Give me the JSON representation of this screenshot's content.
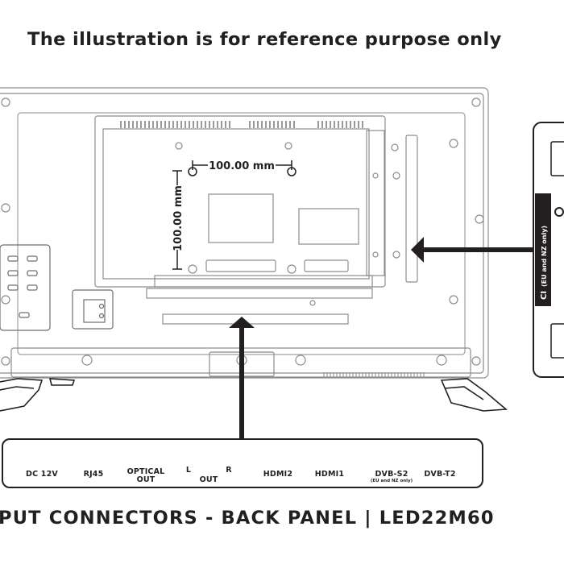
{
  "headline": "The illustration is for reference purpose only",
  "dimensions": {
    "horizontal": "100.00 mm",
    "vertical": "100.00 mm"
  },
  "ci_slot": {
    "label": "CI",
    "note": "(EU and NZ only)"
  },
  "connectors": {
    "dc": "DC 12V",
    "rj45": "RJ45",
    "optical_line1": "OPTICAL",
    "optical_line2": "OUT",
    "audio_l": "L",
    "audio_r": "R",
    "audio_out": "OUT",
    "hdmi2": "HDMI2",
    "hdmi1": "HDMI1",
    "dvbs2": "DVB-S2",
    "dvbs2_note": "(EU and NZ only)",
    "dvbt2": "DVB-T2"
  },
  "footer": "PUT CONNECTORS - BACK PANEL | LED22M60",
  "colors": {
    "line": "#231f20",
    "optical_port": "#e07a1f",
    "audio_right_port": "#c8102e",
    "background": "#ffffff"
  }
}
